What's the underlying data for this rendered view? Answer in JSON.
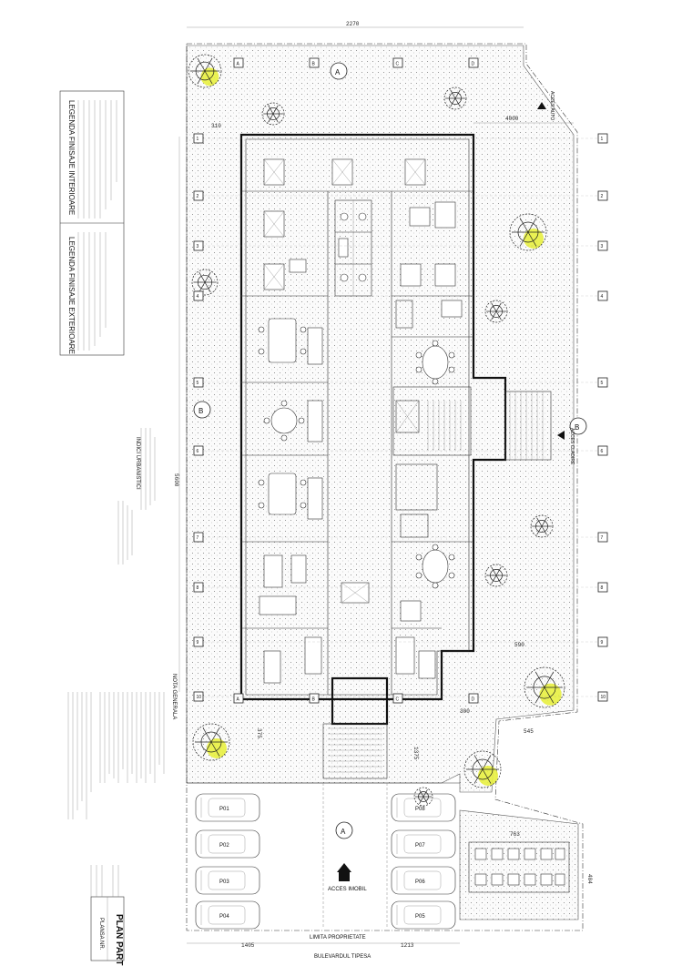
{
  "sheet": {
    "title": "PLAN PARTER",
    "subtitle": "PLANSA NR."
  },
  "street": {
    "label": "BULEVARDUL TIPESA"
  },
  "limit": {
    "label": "LIMITA PROPRIETATE"
  },
  "access": {
    "main": "ACCES IMOBIL",
    "auto": "ACCES AUTO",
    "side": "ACCES CLADIRE"
  },
  "section_marks": {
    "a": "A",
    "b": "B"
  },
  "grid_columns": [
    "A",
    "B",
    "C",
    "D"
  ],
  "grid_rows": [
    "1",
    "2",
    "3",
    "4",
    "5",
    "6",
    "7",
    "8",
    "9",
    "10"
  ],
  "parking": [
    "P01",
    "P02",
    "P03",
    "P04",
    "P05",
    "P06",
    "P07",
    "P08"
  ],
  "dimensions": {
    "d1": "2270",
    "d2": "4000",
    "d3": "310",
    "d4": "5600",
    "d5": "590",
    "d6": "1375",
    "d7": "1405",
    "d8": "1213",
    "d9": "763",
    "d10": "404",
    "d11": "545",
    "d12": "300",
    "d13": "375"
  },
  "legend": {
    "interior_title": "LEGENDA FINISAJE INTERIOARE",
    "exterior_title": "LEGENDA FINISAJE EXTERIOARE"
  },
  "areas_title": "INDICI URBANISTICI",
  "notes_title": "NOTA GENERALA"
}
